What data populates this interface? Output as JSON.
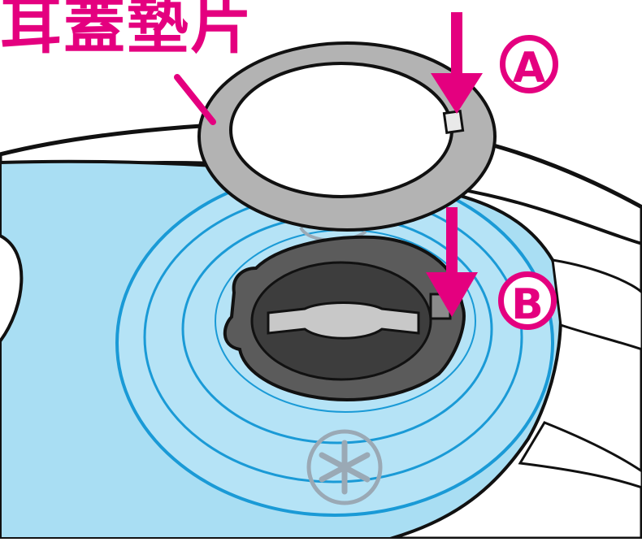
{
  "label": {
    "title": "耳蓋墊片",
    "marker_a": "A",
    "marker_b": "B"
  },
  "colors": {
    "accent": "#e4007f",
    "surface_blue": "#a9def3",
    "line_blue": "#1a9ad6",
    "gasket_gray": "#b3b3b3",
    "slot_dark": "#5b5b5b",
    "outline": "#111111"
  }
}
